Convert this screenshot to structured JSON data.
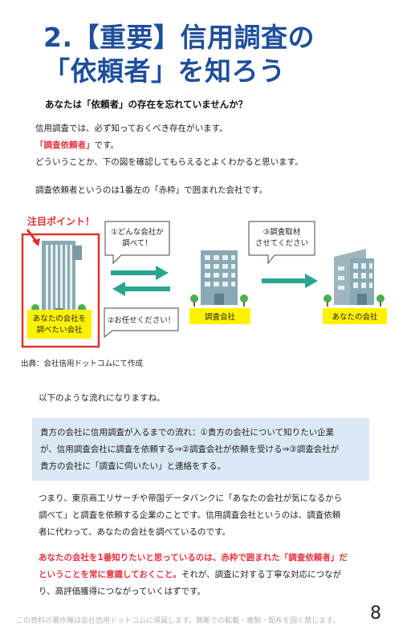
{
  "title_line1": "2.【重要】信用調査の",
  "title_line2": "「依頼者」を知ろう",
  "subtitle": "あなたは「依頼者」の存在を忘れていませんか？",
  "intro": {
    "line1": "信用調査では、必ず知っておくべき存在がいます。",
    "line2_red": "「調査依頼者」",
    "line2_rest": "です。",
    "line3": "どういうことか、下の図を確認してもらえるとよくわかると思います。",
    "line4": "調査依頼者というのは1番左の「赤枠」で囲まれた会社です。"
  },
  "diagram": {
    "attention_label": "注目ポイント！",
    "bubble1_line1": "①どんな会社か",
    "bubble1_line2": "調べて！",
    "bubble2": "②お任せください！",
    "bubble3_line1": "③調査取材",
    "bubble3_line2": "させてください",
    "label_requester_line1": "あなたの会社を",
    "label_requester_line2": "調べたい会社",
    "label_research_company": "調査会社",
    "label_your_company": "あなたの会社",
    "colors": {
      "red": "#e03030",
      "yellow": "#fff200",
      "teal": "#2aa58f",
      "building": "#8aa9b4"
    }
  },
  "source": "出典：会社信用ドットコムにて作成",
  "lead": "以下のような流れになりますね。",
  "flow": {
    "line1": "貴方の会社に信用調査が入るまでの流れ：①貴方の会社について知りたい企業",
    "line2": "が、信用調査会社に調査を依頼する⇒②調査会社が依頼を受ける⇒③調査会社が",
    "line3": "貴方の会社に「調査に伺いたい」と連絡をする。"
  },
  "para1": {
    "line1": "つまり、東京商工リサーチや帝国データバンクに「あなたの会社が気になるから",
    "line2": "調べて」と調査を依頼する企業のことです。信用調査会社というのは、調査依頼",
    "line3": "者に代わって、あなたの会社を調べているのです。"
  },
  "para2": {
    "line1_red": "あなたの会社を1番知りたいと思っているのは、赤枠で囲まれた「調査依頼者」だ",
    "line2_red": "ということを常に意識しておくこと。",
    "line2_rest": "それが、調査に対する丁寧な対応につなが",
    "line3": "り、高評価獲得につながっていくはずです。"
  },
  "footer": "この資料の著作権は会社信用ドットコムに帰属します。無断での転載・複製・配布を固く禁じます。",
  "page_number": "8"
}
